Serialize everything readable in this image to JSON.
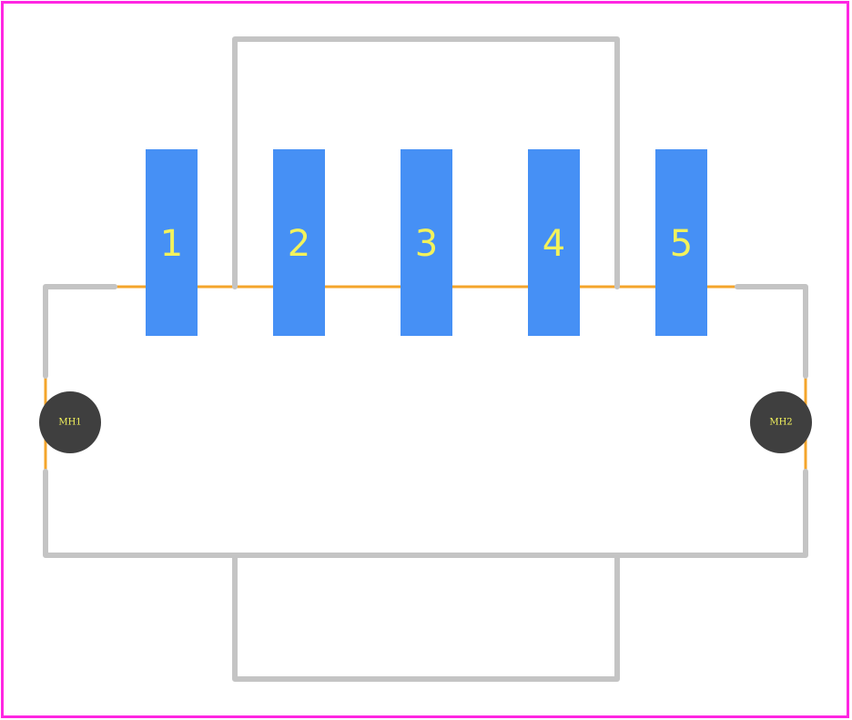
{
  "colors": {
    "background": "#ffffff",
    "courtyard": "#ff26e2",
    "silkscreen": "#c4c4c4",
    "assembly": "#f4a52b",
    "pad": "#4690f5",
    "pad_text": "#f2f25c",
    "hole": "#3f3f3f",
    "hole_text": "#f2f25c"
  },
  "pads": [
    {
      "label": "1"
    },
    {
      "label": "2"
    },
    {
      "label": "3"
    },
    {
      "label": "4"
    },
    {
      "label": "5"
    }
  ],
  "mounting_holes": [
    {
      "label": "MH1"
    },
    {
      "label": "MH2"
    }
  ]
}
